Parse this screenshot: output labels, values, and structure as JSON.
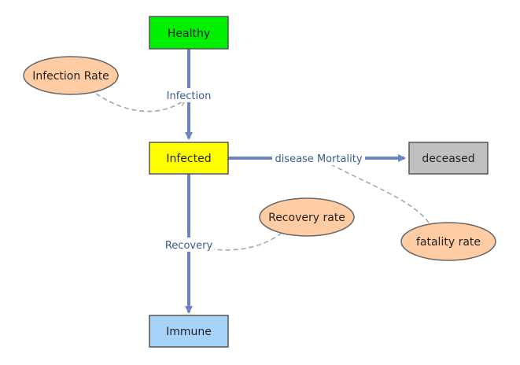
{
  "colors": {
    "flow": "#6b84c4",
    "link": "#a6a6a6",
    "stock_border": "#555555",
    "param_fill": "#ffcca3",
    "param_border": "#666666"
  },
  "stocks": {
    "healthy": {
      "label": "Healthy",
      "fill": "#00ee00"
    },
    "infected": {
      "label": "Infected",
      "fill": "#ffff00"
    },
    "deceased": {
      "label": "deceased",
      "fill": "#c0c0c0"
    },
    "immune": {
      "label": "Immune",
      "fill": "#a6d3f7"
    }
  },
  "flows": {
    "infection": "Infection",
    "mortality": "disease Mortality",
    "recovery": "Recovery"
  },
  "parameters": {
    "infection_rate": "Infection Rate",
    "recovery_rate": "Recovery rate",
    "fatality_rate": "fatality rate"
  }
}
